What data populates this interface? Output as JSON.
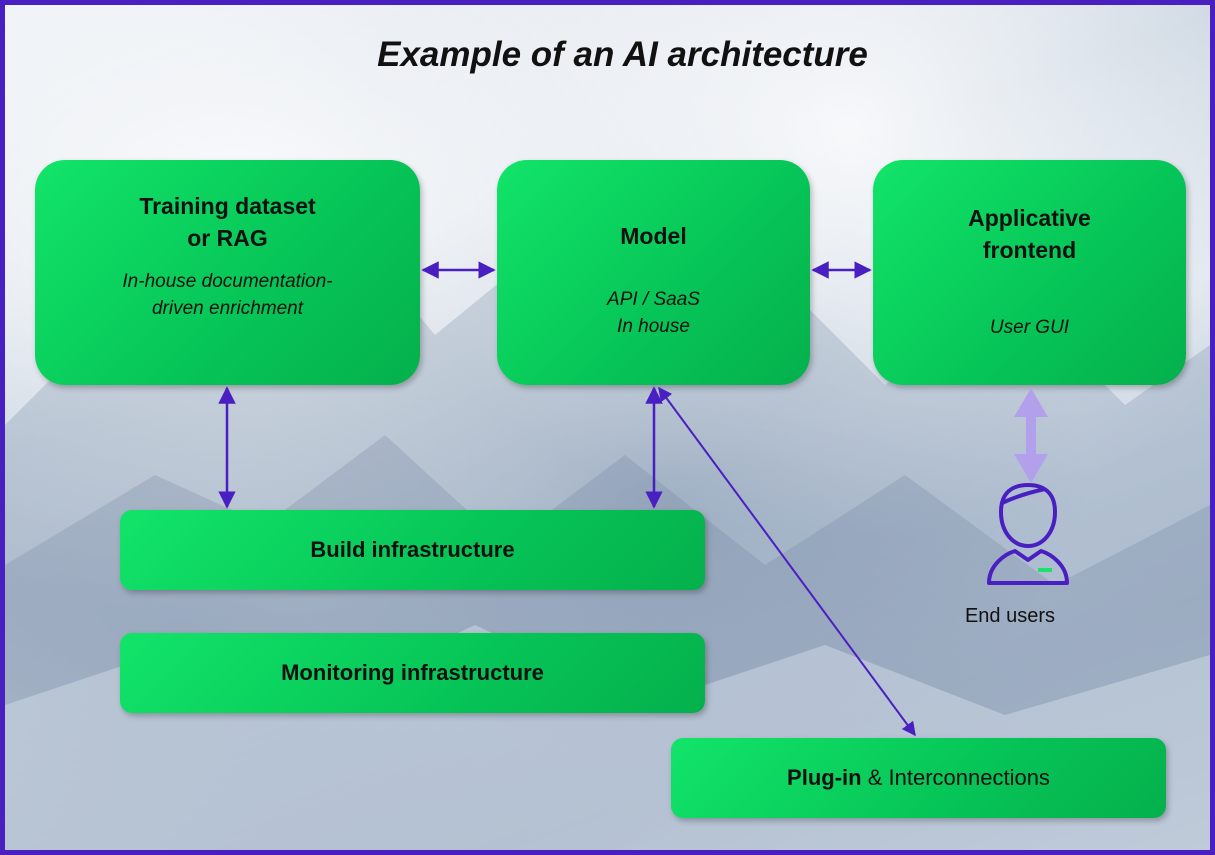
{
  "title": "Example of an AI architecture",
  "boxes": {
    "training": {
      "title_line1": "Training dataset",
      "title_line2": "or RAG",
      "sub_line1": "In-house documentation-",
      "sub_line2": "driven enrichment"
    },
    "model": {
      "title": "Model",
      "sub_line1": "API / SaaS",
      "sub_line2": "In house"
    },
    "frontend": {
      "title_line1": "Applicative",
      "title_line2": "frontend",
      "sub": "User GUI"
    },
    "build": {
      "label": "Build infrastructure"
    },
    "monitoring": {
      "label": "Monitoring infrastructure"
    },
    "plugin": {
      "label_bold": "Plug-in",
      "label_rest": " & Interconnections"
    }
  },
  "end_users": {
    "label": "End users"
  },
  "colors": {
    "box_green": "#0ad35f",
    "arrow_purple": "#4a1fc2",
    "user_arrow": "#b3a0ec",
    "frame": "#4a1fc2"
  },
  "icons": [
    "user-icon"
  ]
}
